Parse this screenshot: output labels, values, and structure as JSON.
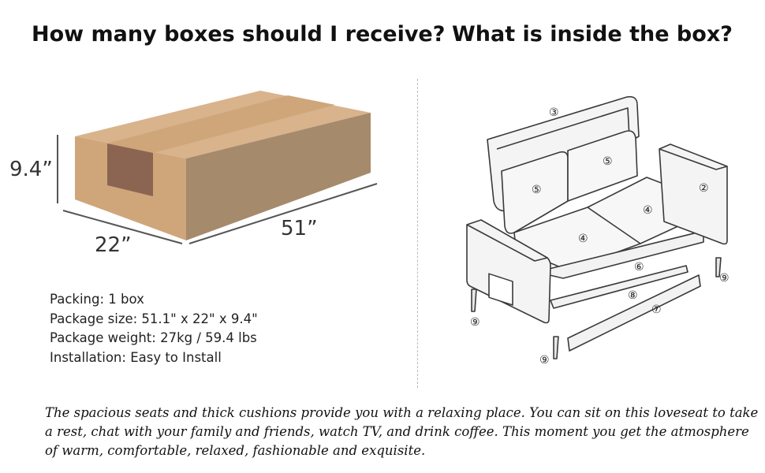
{
  "headings": {
    "left": "How many boxes should I receive?",
    "right": "What is inside the box?"
  },
  "box": {
    "height_label": "9.4”",
    "depth_label": "22”",
    "width_label": "51”",
    "colors": {
      "top": "#d8b38c",
      "front": "#cfa67a",
      "side": "#a58a6c",
      "tape": "#8b6552"
    }
  },
  "specs": [
    "Packing: 1 box",
    "Package size: 51.1\" x 22\" x 9.4\"",
    "Package weight: 27kg / 59.4 lbs",
    "Installation: Easy to Install"
  ],
  "parts": {
    "labels": [
      "③",
      "②",
      "⑤",
      "⑤",
      "④",
      "④",
      "⑥",
      "⑧",
      "⑦",
      "⑨",
      "⑨",
      "⑨"
    ]
  },
  "description": "The spacious seats and thick cushions provide you with a relaxing place. You can sit on this loveseat to take a rest, chat with your family and friends, watch TV, and drink coffee. This moment you get the atmosphere of warm, comfortable, relaxed, fashionable and exquisite."
}
